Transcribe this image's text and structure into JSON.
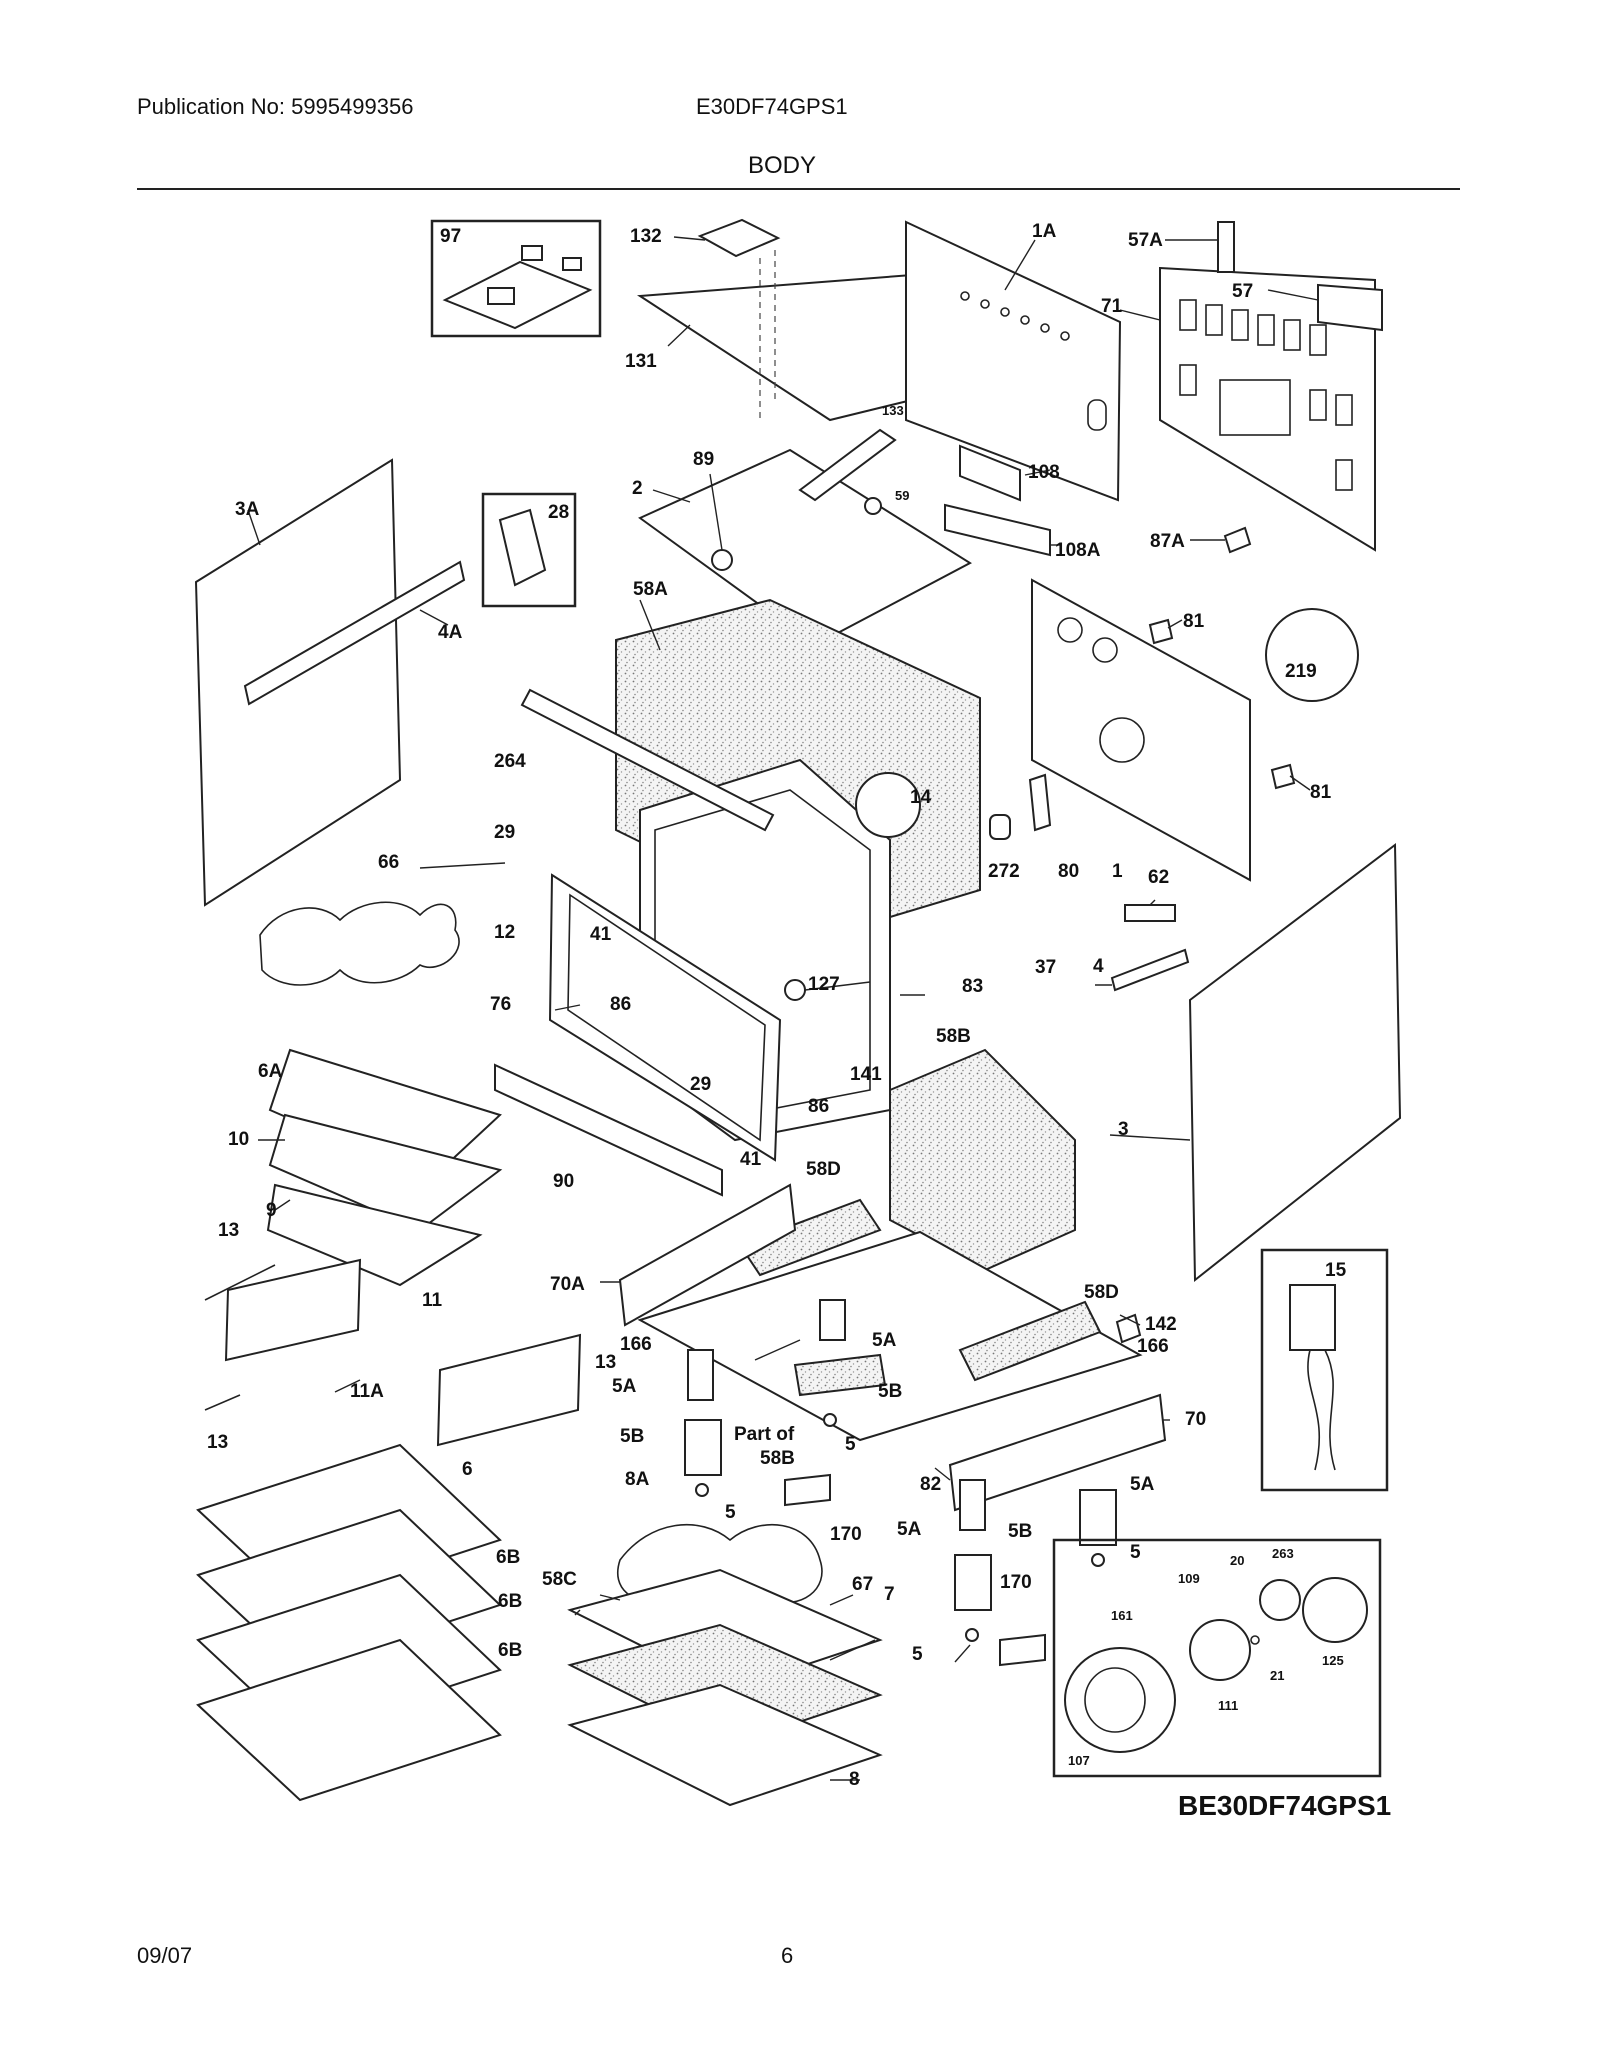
{
  "header": {
    "publication": "Publication No: 5995499356",
    "model": "E30DF74GPS1",
    "section": "BODY"
  },
  "footer": {
    "date": "09/07",
    "page": "6"
  },
  "diagram": {
    "reference_code": "BE30DF74GPS1",
    "part_labels": {
      "p97": "97",
      "p132": "132",
      "p131": "131",
      "p1A": "1A",
      "p57A": "57A",
      "p57": "57",
      "p71": "71",
      "p133": "133",
      "p89": "89",
      "p2": "2",
      "p59": "59",
      "p108": "108",
      "p108A": "108A",
      "p87A": "87A",
      "p3A": "3A",
      "p28": "28",
      "p58A": "58A",
      "p4A": "4A",
      "p81a": "81",
      "p219": "219",
      "p264": "264",
      "p14": "14",
      "p81b": "81",
      "p29a": "29",
      "p66": "66",
      "p12": "12",
      "p41a": "41",
      "p272": "272",
      "p80": "80",
      "p1": "1",
      "p62": "62",
      "p76": "76",
      "p86a": "86",
      "p127": "127",
      "p83": "83",
      "p4": "4",
      "p37": "37",
      "p29b": "29",
      "p6A": "6A",
      "p10": "10",
      "p9": "9",
      "p90": "90",
      "p58B": "58B",
      "p141": "141",
      "p86b": "86",
      "p41b": "41",
      "p3": "3",
      "p58Da": "58D",
      "p70A": "70A",
      "p13a": "13",
      "p11": "11",
      "p11A": "11A",
      "p13b": "13",
      "p13c": "13",
      "p166a": "166",
      "p5Aa": "5A",
      "p5Ab": "5A",
      "p5Ba": "5B",
      "p5Bb": "5B",
      "part_of_line1": "Part of",
      "part_of_line2": "58B",
      "p5a": "5",
      "p58Db": "58D",
      "p142": "142",
      "p15": "15",
      "p166b": "166",
      "p70": "70",
      "p82": "82",
      "p5Ac": "5A",
      "p5Ad": "5A",
      "p6": "6",
      "p8A": "8A",
      "p5b": "5",
      "p170a": "170",
      "p5Bc": "5B",
      "p5c": "5",
      "p6Ba": "6B",
      "p6Bb": "6B",
      "p6Bc": "6B",
      "p58C": "58C",
      "p67": "67",
      "p7": "7",
      "p170b": "170",
      "p5d": "5",
      "p8": "8",
      "p20": "20",
      "p263": "263",
      "p109": "109",
      "p161": "161",
      "p125": "125",
      "p21": "21",
      "p111": "111",
      "p107": "107"
    }
  }
}
